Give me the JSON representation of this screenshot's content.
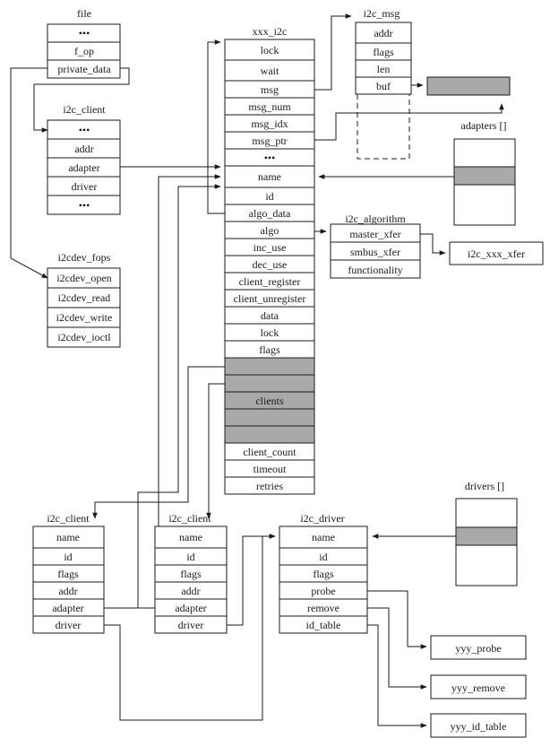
{
  "structs": {
    "file": {
      "title": "file",
      "fields": [
        "•••",
        "f_op",
        "private_data"
      ]
    },
    "i2c_client_top": {
      "title": "i2c_client",
      "fields": [
        "•••",
        "addr",
        "adapter",
        "driver",
        "•••"
      ]
    },
    "i2cdev_fops": {
      "title": "i2cdev_fops",
      "fields": [
        "i2cdev_open",
        "i2cdev_read",
        "i2cdev_write",
        "i2cdev_ioctl"
      ]
    },
    "xxx_i2c": {
      "title": "xxx_i2c",
      "fields": [
        "lock",
        "wait",
        "msg",
        "msg_num",
        "msg_idx",
        "msg_ptr",
        "•••",
        "name",
        "id",
        "algo_data",
        "algo",
        "inc_use",
        "dec_use",
        "client_register",
        "client_unregister",
        "data",
        "lock",
        "flags",
        "",
        "",
        "clients",
        "",
        "",
        "client_count",
        "timeout",
        "retries"
      ]
    },
    "i2c_msg": {
      "title": "i2c_msg",
      "fields": [
        "addr",
        "flags",
        "len",
        "buf"
      ]
    },
    "adapters": {
      "title": "adapters []"
    },
    "i2c_algorithm": {
      "title": "i2c_algorithm",
      "fields": [
        "master_xfer",
        "smbus_xfer",
        "functionality"
      ]
    },
    "i2c_xxx_xfer": {
      "label": "i2c_xxx_xfer"
    },
    "i2c_client_bl": {
      "title": "i2c_client",
      "fields": [
        "name",
        "id",
        "flags",
        "addr",
        "adapter",
        "driver"
      ]
    },
    "i2c_client_bm": {
      "title": "i2c_client",
      "fields": [
        "name",
        "id",
        "flags",
        "addr",
        "adapter",
        "driver"
      ]
    },
    "i2c_driver": {
      "title": "i2c_driver",
      "fields": [
        "name",
        "id",
        "flags",
        "probe",
        "remove",
        "id_table"
      ]
    },
    "drivers": {
      "title": "drivers []"
    },
    "yyy_probe": {
      "label": "yyy_probe"
    },
    "yyy_remove": {
      "label": "yyy_remove"
    },
    "yyy_id_table": {
      "label": "yyy_id_table"
    }
  },
  "colors": {
    "line": "#1a1a1a",
    "shade": "#a9a9a9",
    "background": "#ffffff"
  }
}
